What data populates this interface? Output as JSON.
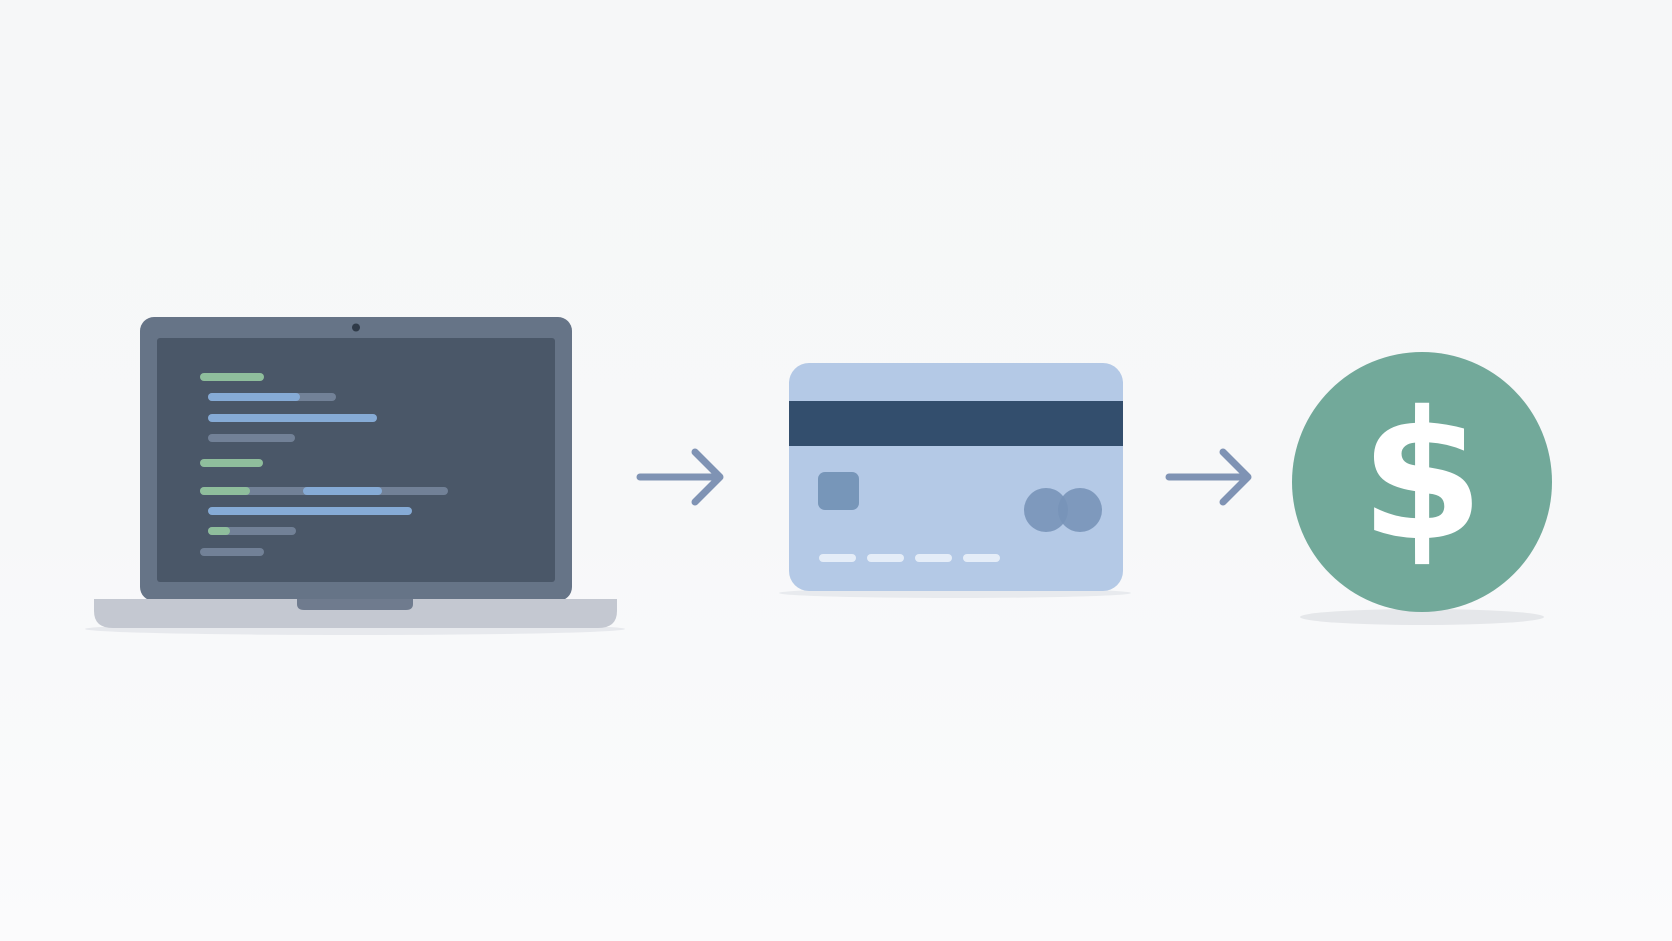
{
  "colors": {
    "background": "#f7f8f9",
    "laptop_frame": "#667487",
    "laptop_screen": "#4a5768",
    "laptop_base": "#c4c8d1",
    "code_green": "#8fbe9c",
    "code_blue": "#86abd6",
    "code_gray": "#728197",
    "arrow": "#7f93b4",
    "card_body": "#b4c9e6",
    "card_stripe": "#334e6d",
    "card_chip": "#7796b9",
    "card_logo": "#7894b8",
    "card_dashes": "#e5edf8",
    "coin": "#72a99a",
    "coin_symbol": "#ffffff"
  },
  "flow": [
    {
      "step": 1,
      "icon": "laptop-code-icon"
    },
    {
      "step": 2,
      "icon": "credit-card-icon"
    },
    {
      "step": 3,
      "icon": "dollar-coin-icon"
    }
  ],
  "connectors": [
    {
      "from": 1,
      "to": 2,
      "icon": "arrow-right-icon"
    },
    {
      "from": 2,
      "to": 3,
      "icon": "arrow-right-icon"
    }
  ],
  "coin": {
    "symbol": "$"
  }
}
